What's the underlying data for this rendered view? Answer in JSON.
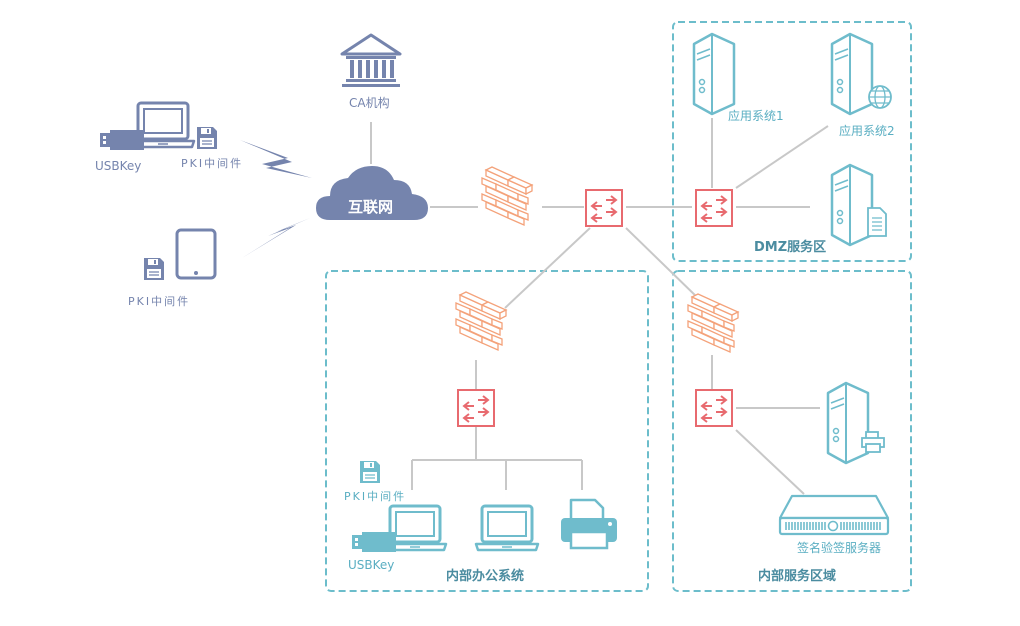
{
  "colors": {
    "blue": "#7584ad",
    "teal": "#6fbccc",
    "firewall": "#f4a27a",
    "switch": "#e86a6f",
    "line": "#c8c8c8",
    "zone_border": "#6cbdcb"
  },
  "external": {
    "ca_label": "CA机构",
    "internet_label": "互联网",
    "pc_usbkey_label": "USBKey",
    "pc_pki_label": "PKI中间件",
    "tablet_pki_label": "PKI中间件"
  },
  "dmz": {
    "zone_label": "DMZ服务区",
    "app1_label": "应用系统1",
    "app2_label": "应用系统2"
  },
  "office": {
    "zone_label": "内部办公系统",
    "pki_label": "PKI中间件",
    "usbkey_label": "USBKey"
  },
  "internal_service": {
    "zone_label": "内部服务区域",
    "sign_server_label": "签名验签服务器"
  },
  "icons": [
    "bank-icon",
    "cloud-icon",
    "laptop-icon",
    "usb-key-icon",
    "floppy-icon",
    "tablet-icon",
    "lightning-icon",
    "firewall-icon",
    "switch-icon",
    "server-icon",
    "globe-icon",
    "document-icon",
    "printer-icon",
    "rack-server-icon"
  ]
}
